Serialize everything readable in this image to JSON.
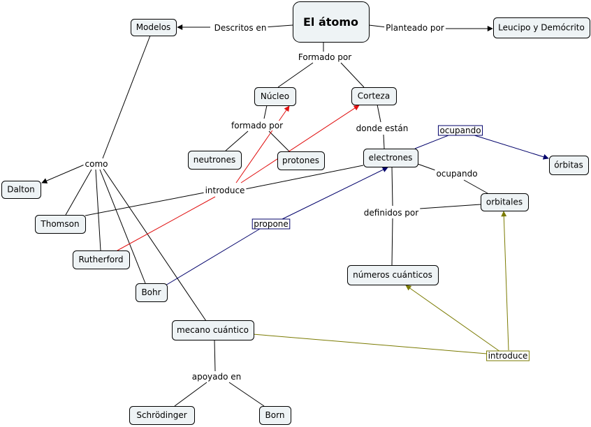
{
  "colors": {
    "black": "#000000",
    "red": "#e01010",
    "navy": "#00006a",
    "olive": "#7a7a00",
    "node_fill": "#eef3f5"
  },
  "nodes": [
    {
      "id": "atomo",
      "label": "El átomo"
    },
    {
      "id": "modelos",
      "label": "Modelos"
    },
    {
      "id": "leucipo",
      "label": "Leucipo y Demócrito"
    },
    {
      "id": "nucleo",
      "label": "Núcleo"
    },
    {
      "id": "corteza",
      "label": "Corteza"
    },
    {
      "id": "neutrones",
      "label": "neutrones"
    },
    {
      "id": "protones",
      "label": "protones"
    },
    {
      "id": "electrones",
      "label": "electrones"
    },
    {
      "id": "orbitas",
      "label": "órbitas"
    },
    {
      "id": "orbitales",
      "label": "orbitales"
    },
    {
      "id": "dalton",
      "label": "Dalton"
    },
    {
      "id": "thomson",
      "label": "Thomson"
    },
    {
      "id": "rutherford",
      "label": "Rutherford"
    },
    {
      "id": "bohr",
      "label": "Bohr"
    },
    {
      "id": "numeros",
      "label": "números cuánticos"
    },
    {
      "id": "mecano",
      "label": "mecano cuántico"
    },
    {
      "id": "schrodinger",
      "label": "Schrödinger"
    },
    {
      "id": "born",
      "label": "Born"
    }
  ],
  "links": [
    {
      "id": "descritos",
      "label": "Descritos en"
    },
    {
      "id": "planteado",
      "label": "Planteado por"
    },
    {
      "id": "formado",
      "label": "Formado por"
    },
    {
      "id": "formado2",
      "label": "formado por"
    },
    {
      "id": "donde",
      "label": "donde están"
    },
    {
      "id": "ocupando1",
      "label": "ocupando"
    },
    {
      "id": "ocupando2",
      "label": "ocupando"
    },
    {
      "id": "como",
      "label": "como"
    },
    {
      "id": "introduce1",
      "label": "introduce"
    },
    {
      "id": "propone",
      "label": "propone"
    },
    {
      "id": "definidos",
      "label": "definidos por"
    },
    {
      "id": "apoyado",
      "label": "apoyado en"
    },
    {
      "id": "introduce2",
      "label": "introduce"
    }
  ]
}
